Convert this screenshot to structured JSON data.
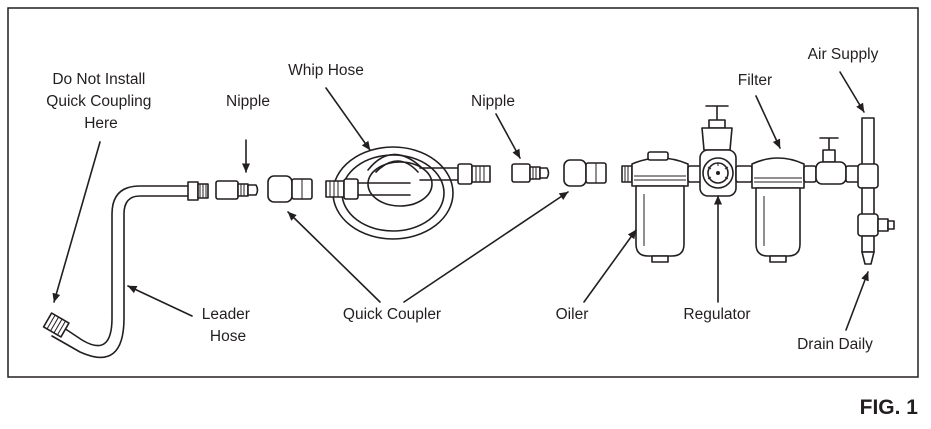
{
  "figure_label": "FIG. 1",
  "labels": {
    "do_not_install_line1": "Do Not Install",
    "do_not_install_line2": "Quick Coupling",
    "do_not_install_line3": "Here",
    "nipple_left": "Nipple",
    "whip_hose": "Whip Hose",
    "nipple_right": "Nipple",
    "filter": "Filter",
    "air_supply": "Air Supply",
    "leader_hose_line1": "Leader",
    "leader_hose_line2": "Hose",
    "quick_coupler": "Quick Coupler",
    "oiler": "Oiler",
    "regulator": "Regulator",
    "drain_daily": "Drain Daily"
  },
  "colors": {
    "ink": "#231f20",
    "background": "#ffffff"
  }
}
